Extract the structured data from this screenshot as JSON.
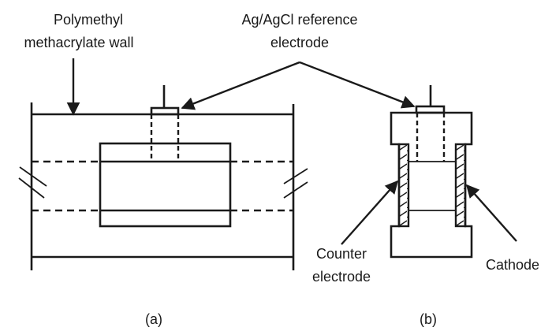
{
  "figure": {
    "labels": {
      "wall_line1": "Polymethyl",
      "wall_line2": "methacrylate wall",
      "ref_line1": "Ag/AgCl reference",
      "ref_line2": "electrode",
      "counter_line1": "Counter",
      "counter_line2": "electrode",
      "cathode": "Cathode",
      "panel_a": "(a)",
      "panel_b": "(b)"
    },
    "colors": {
      "ink": "#1a1a1a",
      "background": "#ffffff"
    }
  }
}
